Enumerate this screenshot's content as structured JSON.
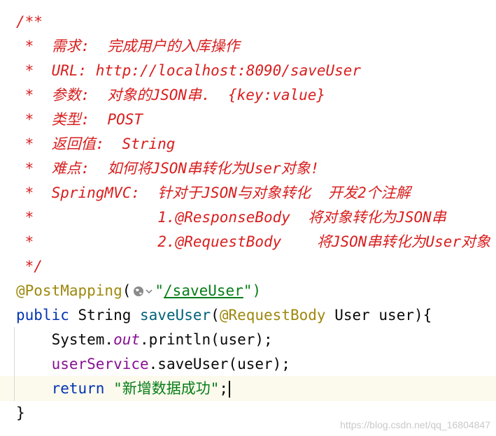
{
  "code": {
    "comment": {
      "open": "/**",
      "l1": " *  需求:  完成用户的入库操作",
      "l2": " *  URL: http://localhost:8090/saveUser",
      "l3": " *  参数:  对象的JSON串.  {key:value}",
      "l4": " *  类型:  POST",
      "l5": " *  返回值:  String",
      "l6": " *  难点:  如何将JSON串转化为User对象!",
      "l7": " *  SpringMVC:  针对于JSON与对象转化  开发2个注解",
      "l8": " *              1.@ResponseBody  将对象转化为JSON串",
      "l9": " *              2.@RequestBody    将JSON串转化为User对象",
      "close": " */"
    },
    "mapping": {
      "annotation": "@PostMapping",
      "open_paren": "(",
      "quote_open": "\"",
      "path": "/saveUser",
      "quote_close": "\")"
    },
    "signature": {
      "modifier": "public",
      "return_type": " String ",
      "method": "saveUser",
      "open_paren": "(",
      "param_annotation": "@RequestBody",
      "param_rest": " User user){"
    },
    "body": {
      "l1_obj": "    System.",
      "l1_field": "out",
      "l1_rest": ".println(user);",
      "l2_obj": "    userService",
      "l2_rest": ".saveUser(user);",
      "l3_kw": "    return",
      "l3_space": " ",
      "l3_str": "\"新增数据成功\"",
      "l3_end": ";"
    },
    "closing_brace": "}"
  },
  "icons": {
    "url_globe": "globe-icon",
    "url_dropdown": "chevron-down-icon"
  },
  "watermark": "https://blog.csdn.net/qq_16804847",
  "colors": {
    "comment": "#d81e1e",
    "annotation": "#9e880d",
    "keyword": "#0033b3",
    "method": "#00627a",
    "field": "#871094",
    "string": "#067d17",
    "current_line": "#fcfaed"
  }
}
